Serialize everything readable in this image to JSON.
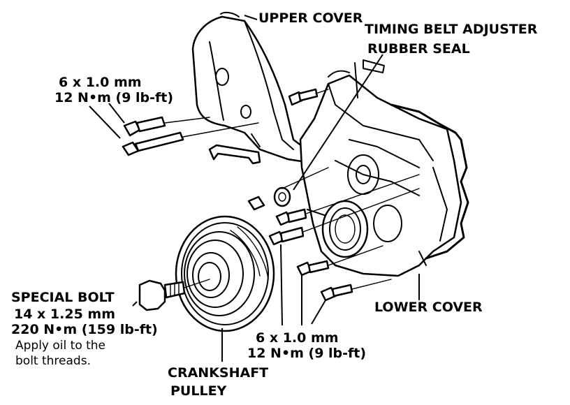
{
  "labels": {
    "upper_cover": "UPPER COVER",
    "timing_belt_adjuster_1": "TIMING BELT ADJUSTER",
    "timing_belt_adjuster_2": "RUBBER SEAL",
    "bolt_upper_size": "6 x 1.0 mm",
    "bolt_upper_torque": "12 N•m (9 lb-ft)",
    "special_bolt_title": "SPECIAL BOLT",
    "special_bolt_size": "14 x 1.25 mm",
    "special_bolt_torque": "220 N•m (159 lb-ft)",
    "special_bolt_note_1": "Apply oil to the",
    "special_bolt_note_2": "bolt threads.",
    "lower_cover": "LOWER COVER",
    "bolt_lower_size": "6 x 1.0 mm",
    "bolt_lower_torque": "12 N•m (9 lb-ft)",
    "crankshaft_1": "CRANKSHAFT",
    "crankshaft_2": "PULLEY"
  }
}
